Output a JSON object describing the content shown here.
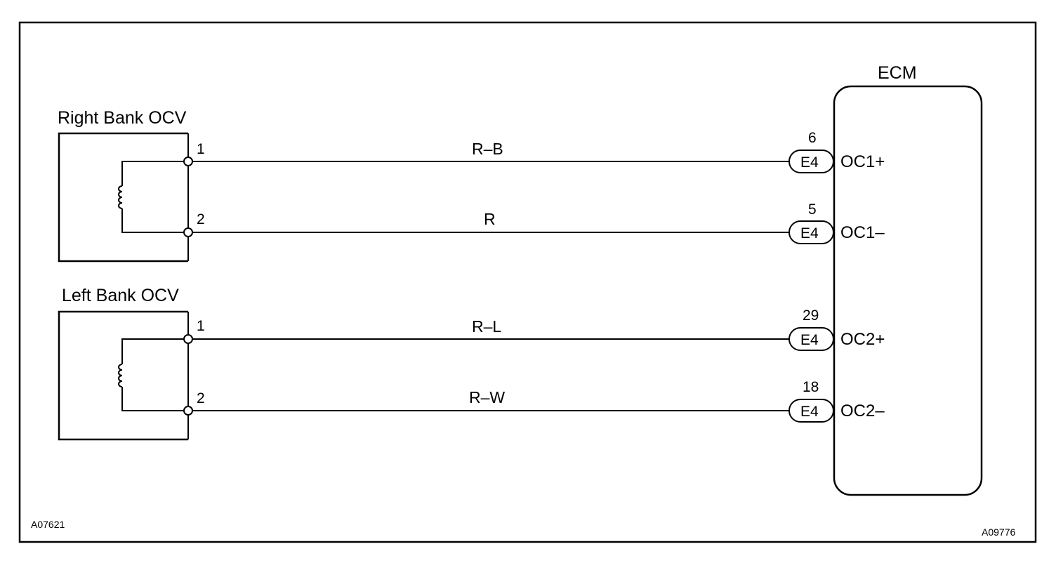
{
  "title_codes": {
    "left": "A07621",
    "right": "A09776"
  },
  "ecm": {
    "label": "ECM"
  },
  "components": [
    {
      "label": "Right Bank OCV",
      "pins": [
        "1",
        "2"
      ]
    },
    {
      "label": "Left Bank OCV",
      "pins": [
        "1",
        "2"
      ]
    }
  ],
  "wires": [
    {
      "color_code": "R–B",
      "connector": "E4",
      "ecm_pin": "6",
      "signal": "OC1+"
    },
    {
      "color_code": "R",
      "connector": "E4",
      "ecm_pin": "5",
      "signal": "OC1–"
    },
    {
      "color_code": "R–L",
      "connector": "E4",
      "ecm_pin": "29",
      "signal": "OC2+"
    },
    {
      "color_code": "R–W",
      "connector": "E4",
      "ecm_pin": "18",
      "signal": "OC2–"
    }
  ]
}
